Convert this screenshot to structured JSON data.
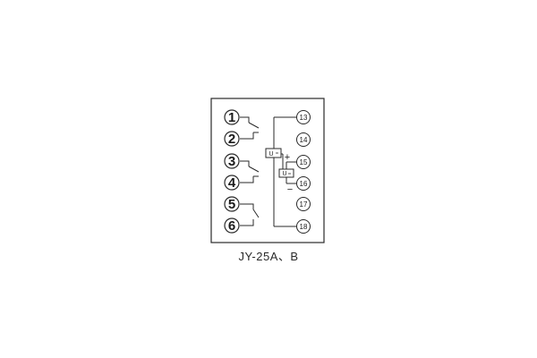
{
  "model_label": "JY-25A、B",
  "left_terminals": [
    "1",
    "2",
    "3",
    "4",
    "5",
    "6"
  ],
  "right_terminals": [
    "13",
    "14",
    "15",
    "16",
    "17",
    "18"
  ],
  "coil_label": "U",
  "plus_sign": "+",
  "minus_sign": "−",
  "colors": {
    "line": "#2a2a2a",
    "background": "#ffffff"
  }
}
